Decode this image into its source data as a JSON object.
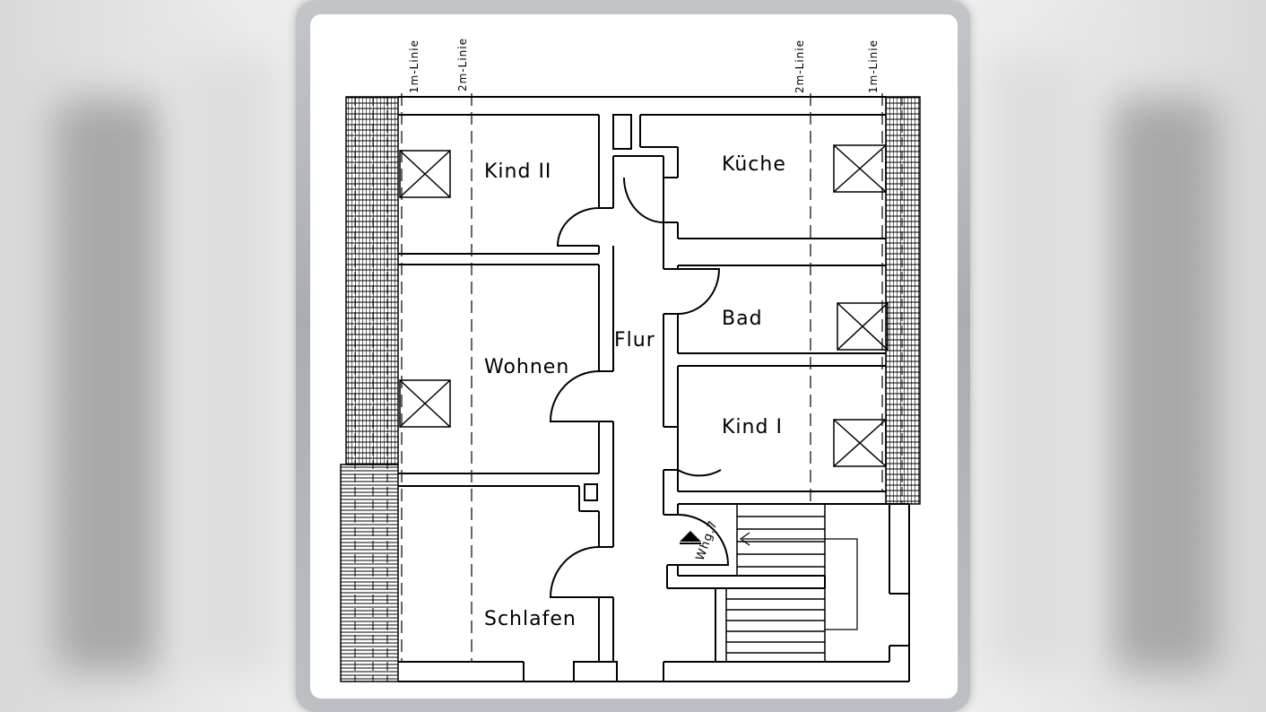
{
  "plan": {
    "guide_lines": [
      "1m-Linie",
      "2m-Linie",
      "2m-Linie",
      "1m-Linie"
    ],
    "rooms": {
      "kind2": "Kind II",
      "kueche": "Küche",
      "bad": "Bad",
      "wohnen": "Wohnen",
      "flur": "Flur",
      "kind1": "Kind I",
      "schlafen": "Schlafen"
    },
    "entrance_label": "Whg.7"
  },
  "colors": {
    "ink": "#000000",
    "paper": "#ffffff",
    "frame": "#b2b6bb"
  }
}
